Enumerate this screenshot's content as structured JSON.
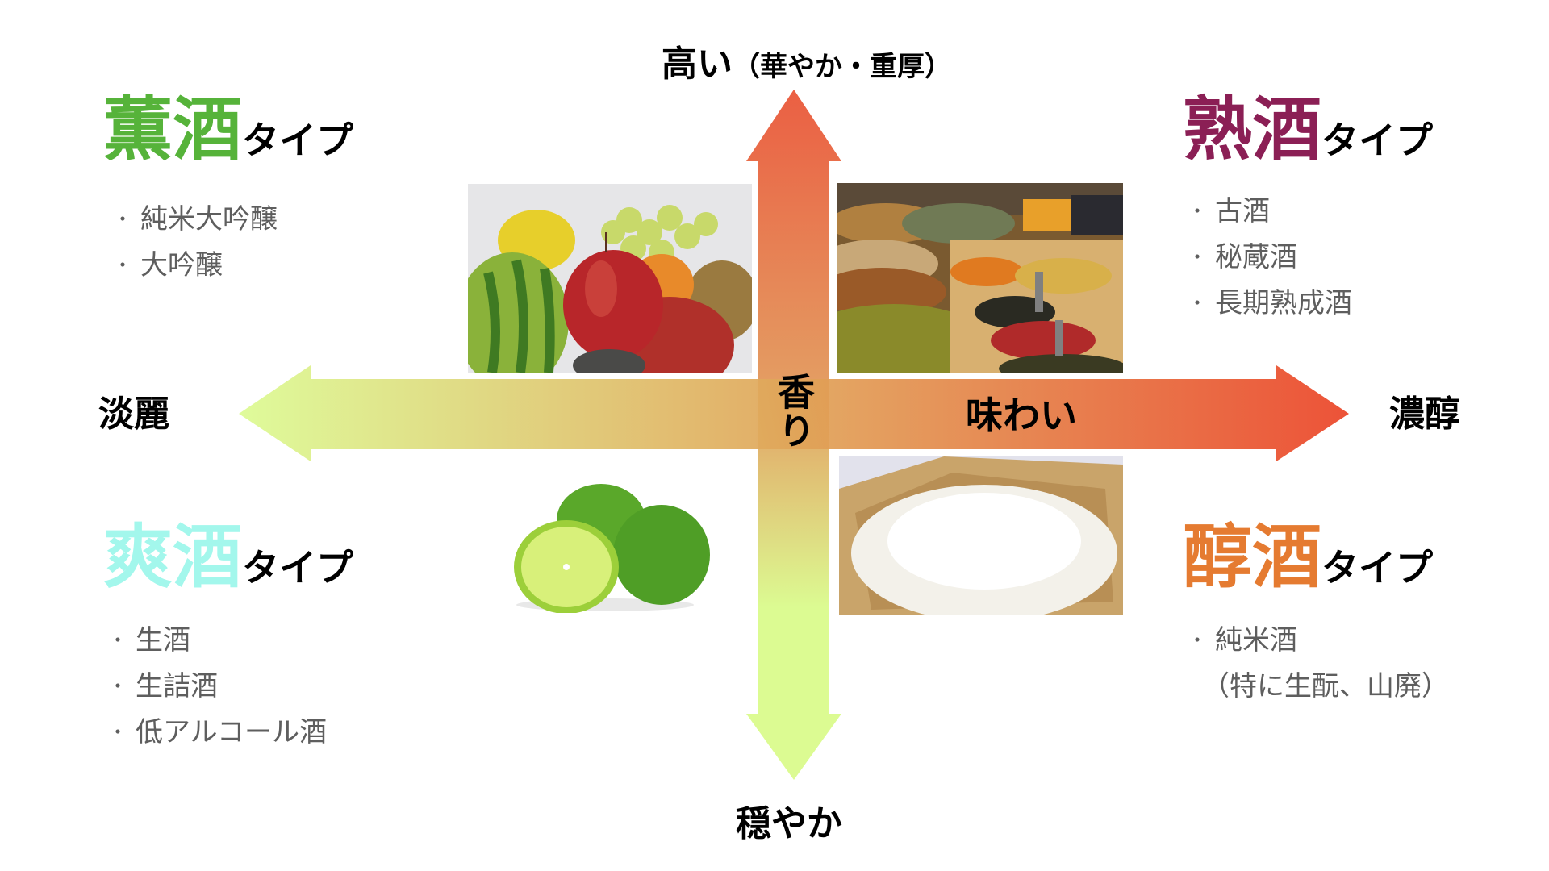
{
  "axes": {
    "vertical": {
      "label": "香り",
      "top_label": "高い",
      "top_sub": "（華やか・重厚）",
      "bottom_label": "穏やか",
      "colors": {
        "top": "#EB5F43",
        "middle": "#E0B76A",
        "bottom": "#DCFB92"
      }
    },
    "horizontal": {
      "label": "味わい",
      "left_label": "淡麗",
      "right_label": "濃醇",
      "colors": {
        "left": "#DCFB92",
        "middle": "#E0A458",
        "right": "#EB4427"
      }
    }
  },
  "quadrants": {
    "top_left": {
      "kanji": "薫酒",
      "suffix": "タイプ",
      "color": "#56B33A",
      "bullet": "・",
      "items": [
        "純米大吟醸",
        "大吟醸"
      ],
      "image": "fruits-photo"
    },
    "top_right": {
      "kanji": "熟酒",
      "suffix": "タイプ",
      "color": "#8B1F55",
      "bullet": "・",
      "items": [
        "古酒",
        "秘蔵酒",
        "長期熟成酒"
      ],
      "image": "spices-market-photo"
    },
    "bottom_left": {
      "kanji": "爽酒",
      "suffix": "タイプ",
      "color": "#A3F7EC",
      "bullet": "・",
      "items": [
        "生酒",
        "生詰酒",
        "低アルコール酒"
      ],
      "image": "limes-photo"
    },
    "bottom_right": {
      "kanji": "醇酒",
      "suffix": "タイプ",
      "color": "#E57B31",
      "bullet": "・",
      "items": [
        "純米酒",
        "（特に生酛、山廃）"
      ],
      "image": "rice-masu-photo"
    }
  }
}
